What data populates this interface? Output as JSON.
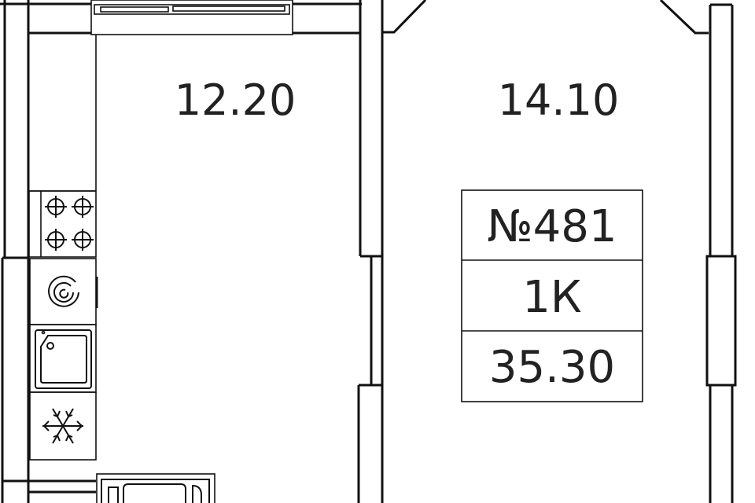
{
  "rooms": {
    "kitchen_area": "12.20",
    "room_area": "14.10"
  },
  "info": {
    "number": "№481",
    "type": "1К",
    "total_area": "35.30"
  },
  "colors": {
    "line": "#111111",
    "background": "#ffffff"
  }
}
